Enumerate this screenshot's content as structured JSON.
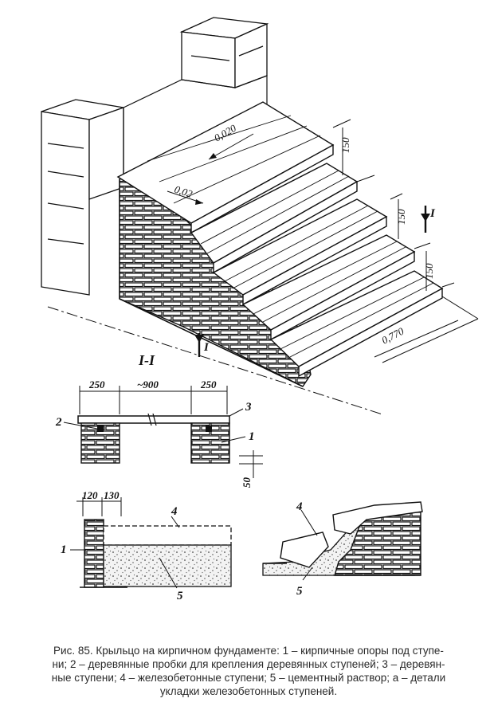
{
  "figure": {
    "dimensions": {
      "slope_top": "0,020",
      "slope_side": "0,02",
      "riser_1": "150",
      "riser_2": "150",
      "riser_3": "150",
      "tread_width": "0,770",
      "support_left": "250",
      "span": "~900",
      "support_right": "250",
      "gap": "50",
      "brick_wall": "120",
      "offset": "130"
    },
    "labels": {
      "section": "I-I",
      "cut_mark_upper": "I",
      "cut_mark_lower": "I",
      "callout_1a": "1",
      "callout_2": "2",
      "callout_3": "3",
      "callout_1b": "1",
      "callout_4a": "4",
      "callout_5a": "5",
      "callout_4b": "4",
      "callout_5b": "5"
    }
  },
  "caption": {
    "line1": "Рис. 85. Крыльцо на кирпичном фундаменте: 1 – кирпичные опоры под ступе-",
    "line2": "ни; 2 – деревянные пробки для крепления деревянных ступеней; 3 – деревян-",
    "line3": "ные ступени; 4 – железобетонные ступени; 5 – цементный раствор; а – детали",
    "line4": "укладки железобетонных ступеней."
  }
}
